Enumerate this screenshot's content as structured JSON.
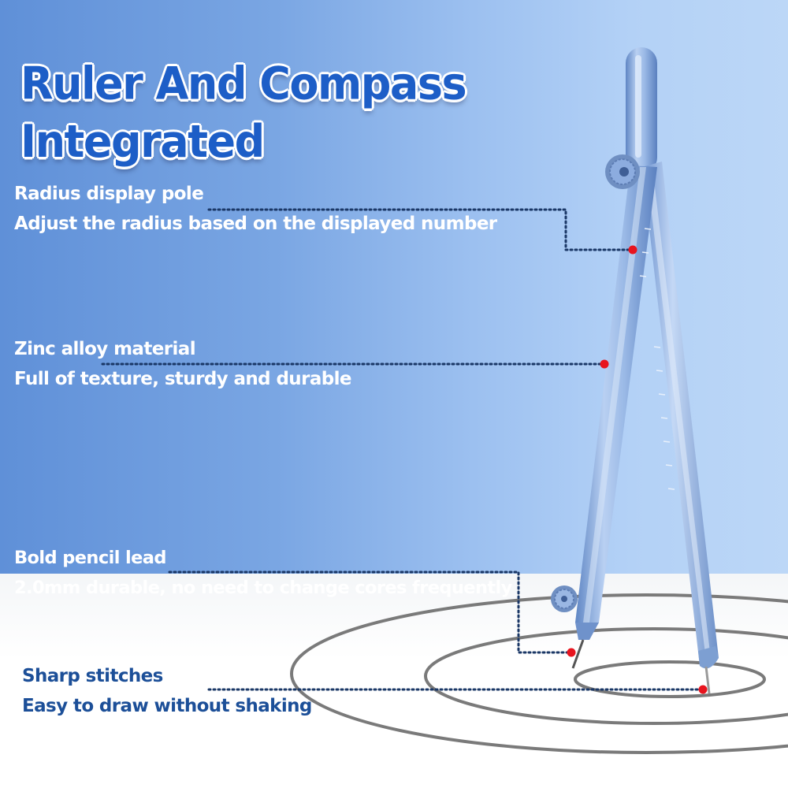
{
  "title": "Ruler And Compass Integrated",
  "features": [
    {
      "name": "Radius display pole",
      "description": "Adjust the radius based on the displayed number"
    },
    {
      "name": "Zinc alloy material",
      "description": "Full of texture, sturdy and durable"
    },
    {
      "name": "Bold pencil lead",
      "description": "2.0mm durable, no need to change cores frequently"
    },
    {
      "name": "Sharp stitches",
      "description": "Easy to draw without shaking"
    }
  ],
  "colors": {
    "title": "#1d5ec7",
    "label_on_blue": "#ffffff",
    "label_on_white": "#1c4f98",
    "marker": "#e8141e",
    "compass_metal": "#8fb0de"
  }
}
